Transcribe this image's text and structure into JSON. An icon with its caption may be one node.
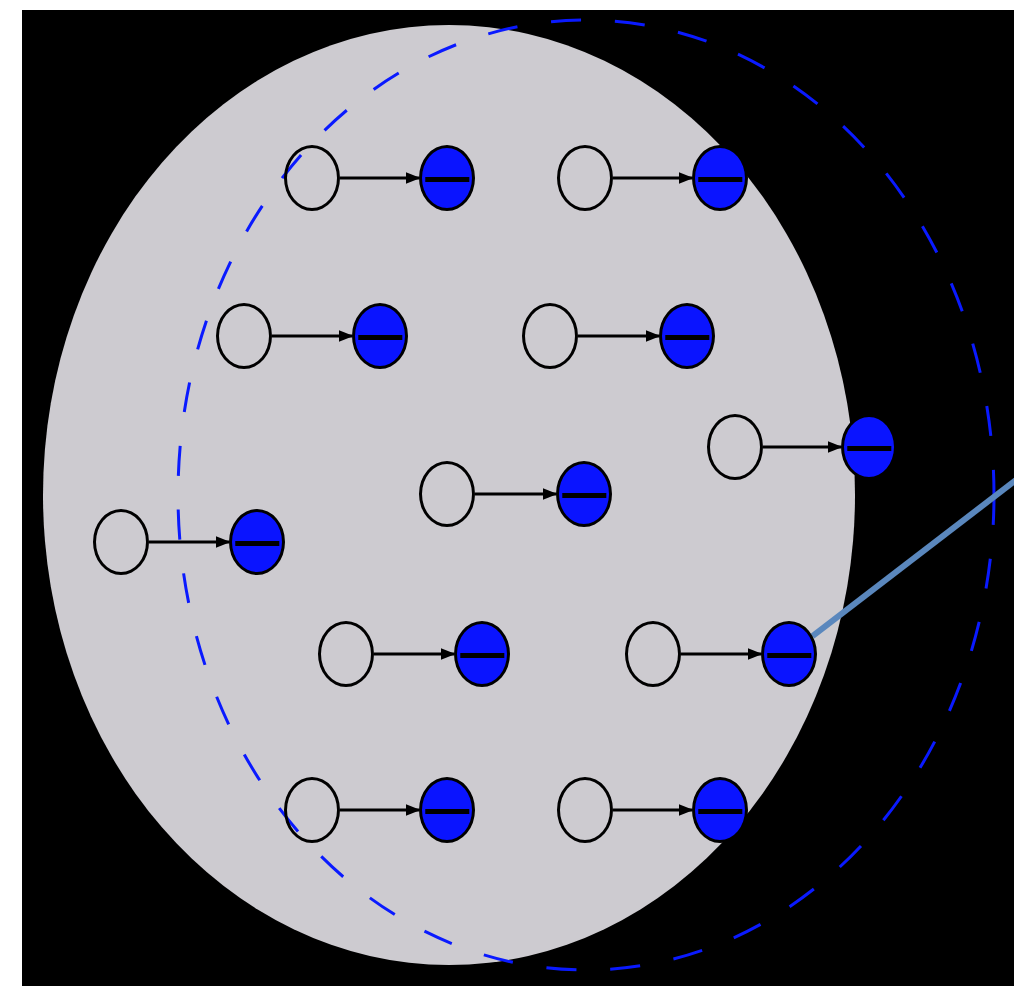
{
  "diagram": {
    "nodes": [
      {
        "text": [],
        "shape": "circle"
      },
      {
        "text": [
          "−"
        ]
      },
      {
        "text": [],
        "shape": "circle"
      },
      {
        "text": [
          "−"
        ]
      },
      {
        "text": [],
        "shape": "circle"
      },
      {
        "text": [
          "−"
        ]
      },
      {
        "text": [],
        "shape": "circle"
      },
      {
        "text": [
          "−"
        ]
      },
      {
        "text": [],
        "shape": "circle"
      },
      {
        "text": [
          "−"
        ]
      },
      {
        "text": [],
        "shape": "circle"
      },
      {
        "text": [
          "−"
        ]
      },
      {
        "text": [],
        "shape": "circle"
      },
      {
        "text": [
          "−"
        ]
      },
      {
        "text": [],
        "shape": "circle"
      },
      {
        "text": [
          "−"
        ]
      },
      {
        "text": [],
        "shape": "circle"
      },
      {
        "text": [
          "−"
        ]
      },
      {
        "text": [],
        "shape": "circle"
      },
      {
        "text": [
          "−"
        ]
      },
      {
        "text": [],
        "shape": "circle"
      },
      {
        "text": [
          "−"
        ]
      }
    ],
    "edges": [
      {
        "from": 0,
        "to": 1,
        "arrow": "to"
      },
      {
        "from": 2,
        "to": 3,
        "arrow": "to"
      },
      {
        "from": 4,
        "to": 5,
        "arrow": "to"
      },
      {
        "from": 6,
        "to": 7,
        "arrow": "to"
      },
      {
        "from": 8,
        "to": 9,
        "arrow": "to"
      },
      {
        "from": 10,
        "to": 11,
        "arrow": "to"
      },
      {
        "from": 12,
        "to": 13,
        "arrow": "to"
      },
      {
        "from": 14,
        "to": 15,
        "arrow": "to"
      },
      {
        "from": 16,
        "to": 17,
        "arrow": "to"
      },
      {
        "from": 18,
        "to": 19,
        "arrow": "to"
      },
      {
        "from": 20,
        "to": 21,
        "arrow": "to"
      },
      {
        "from": 17,
        "to": null,
        "arrow": "none",
        "style": "thick",
        "color": "#5a87bd"
      }
    ]
  }
}
